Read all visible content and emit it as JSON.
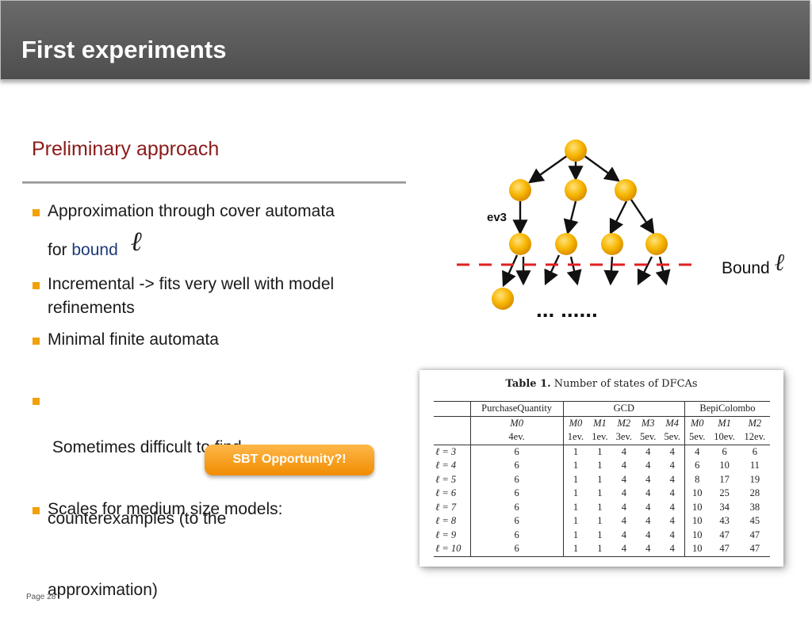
{
  "header": {
    "title": "First experiments"
  },
  "section": {
    "heading": "Preliminary approach"
  },
  "bullets": {
    "b1_line1": "Approximation through cover automata",
    "b1_line2_pre": "for",
    "b1_line2_bound": "bound",
    "b1_symbol": "ℓ",
    "b2_line1": "Incremental -> fits very well with model",
    "b2_line2": "refinements",
    "b3": "Minimal finite automata",
    "b4_line1": " Sometimes difficult to find",
    "b4_line2": "counterexamples (to the",
    "b4_line3": "approximation)",
    "b5": "Scales for medium size models:"
  },
  "sbt_button": {
    "label": "SBT Opportunity?!"
  },
  "diagram": {
    "edge_label": "ev3",
    "bound_label": "Bound",
    "bound_symbol": "ℓ",
    "ellipsis": "... ......",
    "node_color": "#f7b500",
    "bound_line_color": "#e02020"
  },
  "table": {
    "caption_bold": "Table 1.",
    "caption_rest": "Number of states of DFCAs",
    "groups": [
      "PurchaseQuantity",
      "GCD",
      "BepiColombo"
    ],
    "models": [
      "M0",
      "M1",
      "M2",
      "M3",
      "M4",
      "M0",
      "M1",
      "M2"
    ],
    "pq_model": "M0",
    "pq_events": "4ev.",
    "events": [
      "1ev.",
      "1ev.",
      "3ev.",
      "5ev.",
      "5ev.",
      "5ev.",
      "10ev.",
      "12ev."
    ],
    "rows": [
      {
        "label": "ℓ = 3",
        "values": [
          "6",
          "1",
          "1",
          "4",
          "4",
          "4",
          "4",
          "6",
          "6"
        ]
      },
      {
        "label": "ℓ = 4",
        "values": [
          "6",
          "1",
          "1",
          "4",
          "4",
          "4",
          "6",
          "10",
          "11"
        ]
      },
      {
        "label": "ℓ = 5",
        "values": [
          "6",
          "1",
          "1",
          "4",
          "4",
          "4",
          "8",
          "17",
          "19"
        ]
      },
      {
        "label": "ℓ = 6",
        "values": [
          "6",
          "1",
          "1",
          "4",
          "4",
          "4",
          "10",
          "25",
          "28"
        ]
      },
      {
        "label": "ℓ = 7",
        "values": [
          "6",
          "1",
          "1",
          "4",
          "4",
          "4",
          "10",
          "34",
          "38"
        ]
      },
      {
        "label": "ℓ = 8",
        "values": [
          "6",
          "1",
          "1",
          "4",
          "4",
          "4",
          "10",
          "43",
          "45"
        ]
      },
      {
        "label": "ℓ = 9",
        "values": [
          "6",
          "1",
          "1",
          "4",
          "4",
          "4",
          "10",
          "47",
          "47"
        ]
      },
      {
        "label": "ℓ = 10",
        "values": [
          "6",
          "1",
          "1",
          "4",
          "4",
          "4",
          "10",
          "47",
          "47"
        ]
      }
    ]
  },
  "footer": {
    "page": "Page 28"
  }
}
